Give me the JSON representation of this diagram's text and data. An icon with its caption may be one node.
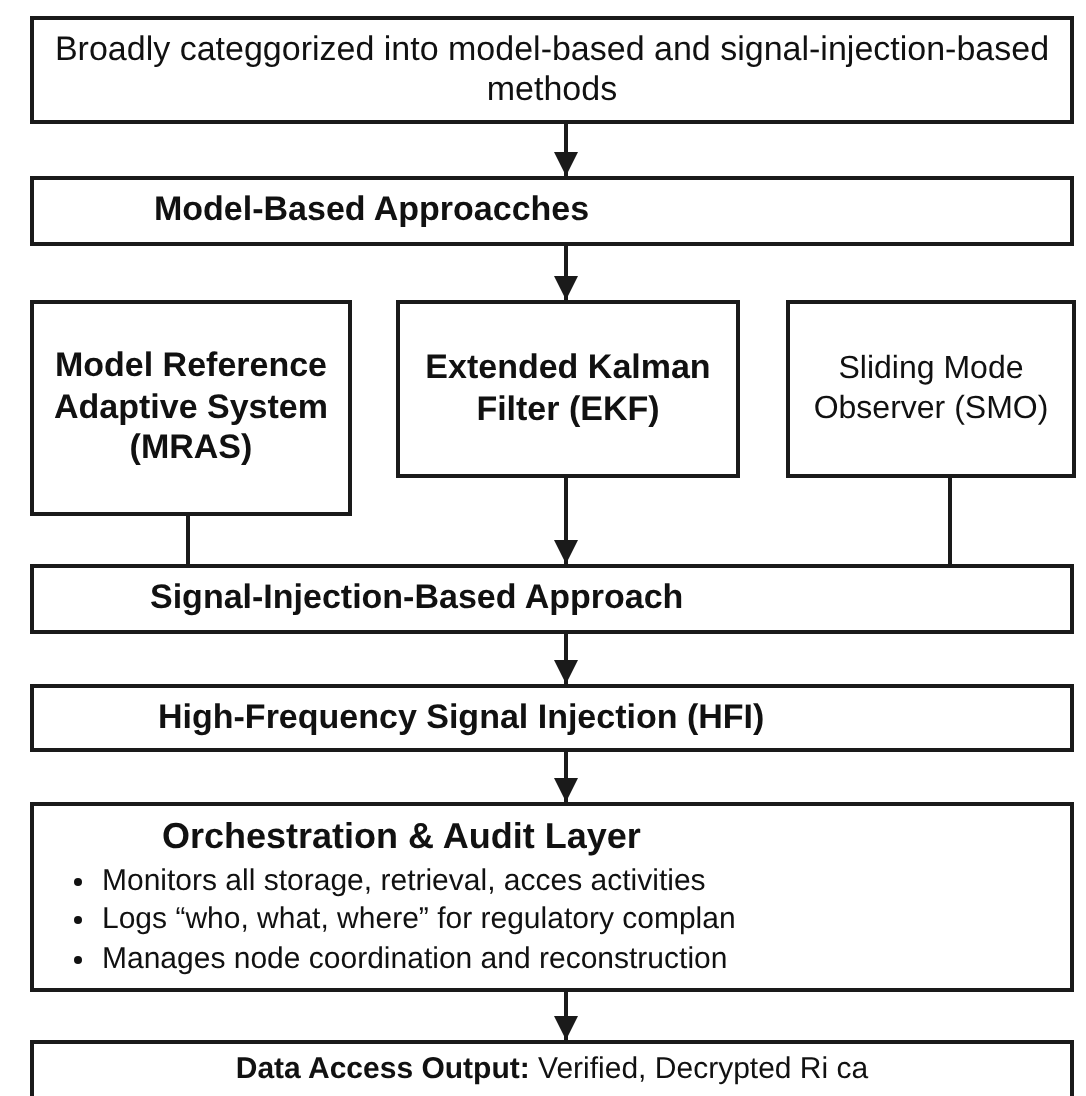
{
  "diagram": {
    "nodes": [
      {
        "text": [
          "Broadly categgorized into model-based and signal-injection-based methods"
        ]
      },
      {
        "text": [
          "Model-Based Approacches"
        ]
      },
      {
        "text": [
          "Model Reference Adaptive System (MRAS)"
        ]
      },
      {
        "text": [
          "Extended Kalman Filter (EKF)"
        ]
      },
      {
        "text": [
          "Sliding Mode Observer (SMO)"
        ]
      },
      {
        "text": [
          "Signal-Injection-Based Approach"
        ]
      },
      {
        "text": [
          "High-Frequency Signal Injection (HFI)"
        ]
      },
      {
        "text": [
          "Orchestration & Audit Layer",
          "Monitors all storage, retrieval, acces activities",
          "Logs “who, what, where” for regulatory complan",
          "Manages node coordination and reconstruction"
        ]
      },
      {
        "text": [
          "**Data Access Output:** Verified, Decrypted Ri ca"
        ]
      }
    ],
    "edges": [
      {
        "from": 0,
        "to": 1,
        "arrow": "to"
      },
      {
        "from": 1,
        "to": 3,
        "arrow": "to"
      },
      {
        "from": 2,
        "to": 5,
        "arrow": "none"
      },
      {
        "from": 3,
        "to": 5,
        "arrow": "to"
      },
      {
        "from": 4,
        "to": 5,
        "arrow": "none"
      },
      {
        "from": 5,
        "to": 6,
        "arrow": "to"
      },
      {
        "from": 6,
        "to": 7,
        "arrow": "to"
      },
      {
        "from": 7,
        "to": 8,
        "arrow": "to"
      }
    ]
  }
}
